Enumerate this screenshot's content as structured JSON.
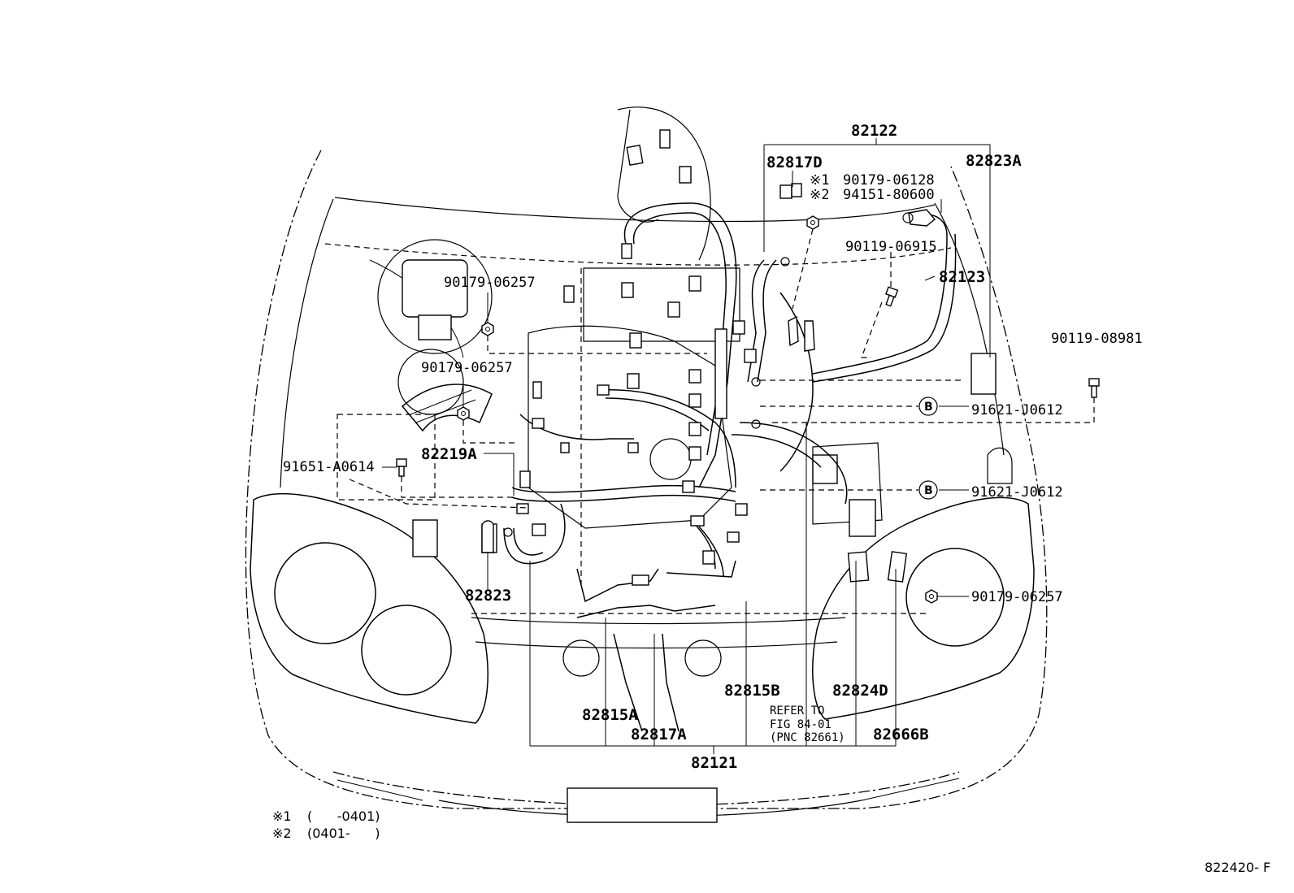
{
  "diagram": {
    "parts": {
      "p82122": "82122",
      "p82817D": "82817D",
      "p82823A": "82823A",
      "n1_label": "※1",
      "n1_part": "90179-06128",
      "n2_label": "※2",
      "n2_part": "94151-80600",
      "p90119_06915": "90119-06915",
      "p82123": "82123",
      "p90119_08981": "90119-08981",
      "p90179_06257_a": "90179-06257",
      "p90179_06257_b": "90179-06257",
      "p90179_06257_c": "90179-06257",
      "p91621_J0612_a": "91621-J0612",
      "p91621_J0612_b": "91621-J0612",
      "p82219A": "82219A",
      "p91651_A0614": "91651-A0614",
      "p82823": "82823",
      "p82815B": "82815B",
      "p82824D": "82824D",
      "p82815A": "82815A",
      "p82817A": "82817A",
      "p82666B": "82666B",
      "p82121": "82121",
      "circle_b_1": "B",
      "circle_b_2": "B"
    },
    "refer": {
      "line1": "REFER TO",
      "line2": "FIG 84-01",
      "line3": "(PNC 82661)"
    },
    "notes": {
      "note1_mark": "※1",
      "note1_range": "(      -0401)",
      "note2_mark": "※2",
      "note2_range": "(0401-      )"
    },
    "figure_id": "822420- F"
  }
}
